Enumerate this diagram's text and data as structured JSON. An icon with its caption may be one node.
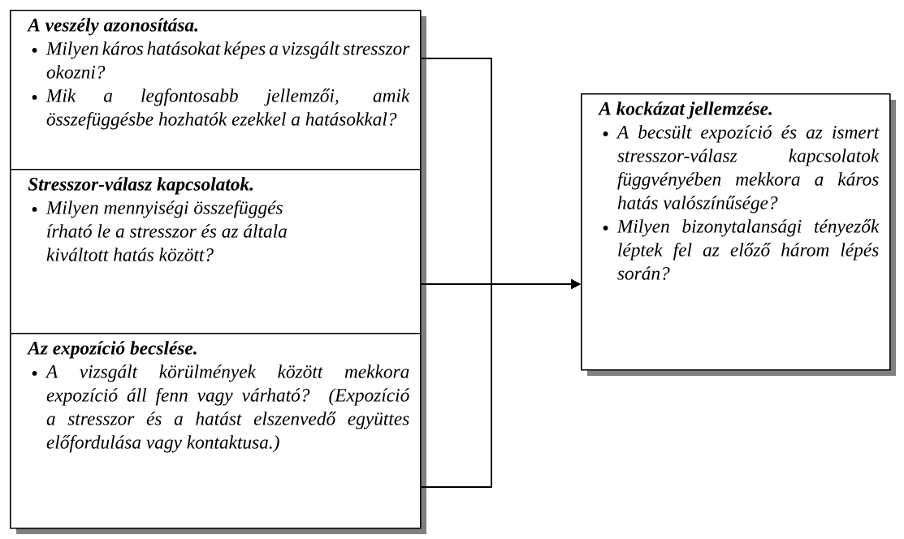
{
  "diagram": {
    "nodes": [
      {
        "text": [
          "A veszély  azonosítása.",
          "Milyen káros hatásokat képes a vizsgált stresszor okozni?",
          "Mik a legfontosabb jellemzői, amik összefüggésbe hozhatók ezekkel a hatásokkal?"
        ]
      },
      {
        "text": [
          "Stresszor-válasz  kapcsolatok.",
          "Milyen mennyiségi összefüggés írható le a stresszor és az általa kiváltott hatás között?"
        ]
      },
      {
        "text": [
          "Az expozíció becslése.",
          "A vizsgált körülmények között mekkora expozíció áll fenn vagy várható? (Expozíció a stresszor és a hatást elszenvedő együttes előfordulása vagy kontaktusa.)"
        ]
      },
      {
        "text": [
          "A kockázat jellemzése.",
          "A becsült expozíció és az ismert stresszor-válasz kapcsolatok függvényében mekkora a káros hatás valószínűsége?",
          "Milyen bizonytalansági tényezők léptek fel az előző három lépés során?"
        ]
      }
    ],
    "edges": [
      {
        "from": 0,
        "to": 3,
        "arrow": "to"
      },
      {
        "from": 1,
        "to": 3,
        "arrow": "to"
      },
      {
        "from": 2,
        "to": 3,
        "arrow": "to"
      }
    ]
  }
}
